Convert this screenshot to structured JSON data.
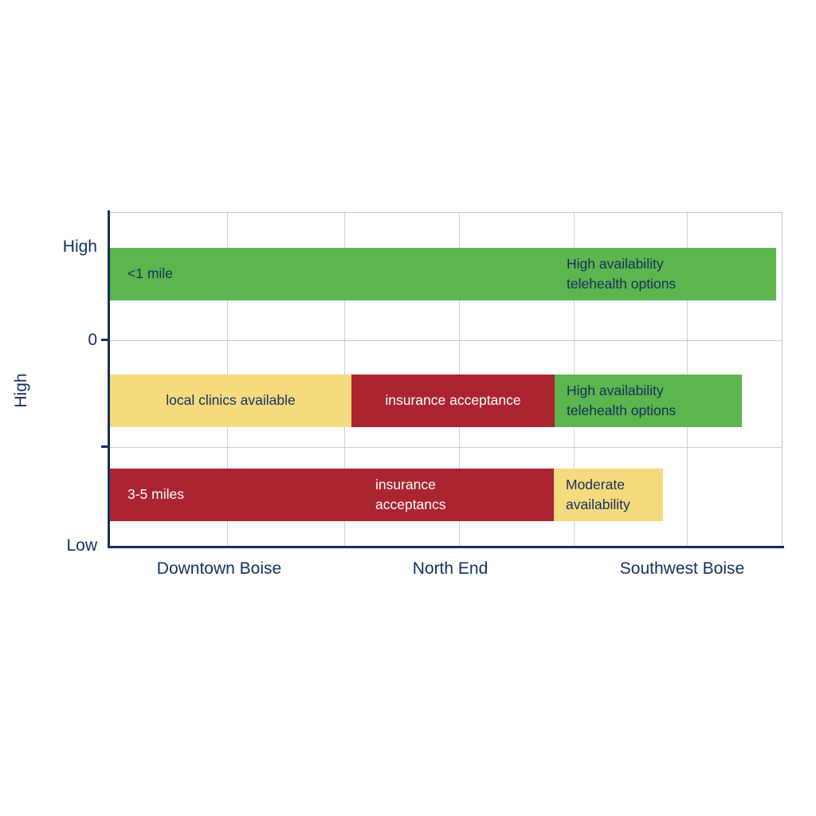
{
  "chart_data": {
    "type": "bar",
    "orientation": "horizontal",
    "stacked": true,
    "title": "",
    "subtitle": "",
    "xlabel": "",
    "ylabel": "High",
    "grid": true,
    "legend": "none",
    "categories": [
      "Downtown Boise",
      "North End",
      "Southwest Boise"
    ],
    "y_tick_labels": [
      "High",
      "0",
      "Low"
    ],
    "x_axis_range": [
      0,
      100
    ],
    "bars": [
      {
        "row": 0,
        "segments": [
          {
            "label": "<1 mile",
            "color": "#5cb54e",
            "text_color": "#13305e",
            "align": "left",
            "start": 0.0,
            "end": 98.9
          },
          {
            "label": "High availability\ntelehealth options",
            "color": "#5cb54e",
            "text_color": "#13305e",
            "align": "left_inset",
            "start": 67.8,
            "end": 98.9
          }
        ]
      },
      {
        "row": 1,
        "segments": [
          {
            "label": "local clinics available",
            "color": "#f6da7e",
            "text_color": "#13305e",
            "align": "center",
            "start": 0.0,
            "end": 35.9
          },
          {
            "label": "insurance acceptance",
            "color": "#aa2431",
            "text_color": "#ffffff",
            "align": "center",
            "start": 35.9,
            "end": 66.1
          },
          {
            "label": "High availability\ntelehealth options",
            "color": "#5cb54e",
            "text_color": "#13305e",
            "align": "left",
            "start": 66.1,
            "end": 93.9
          }
        ]
      },
      {
        "row": 2,
        "segments": [
          {
            "label": "3-5 miles",
            "color": "#aa2431",
            "text_color": "#ffffff",
            "align": "left",
            "start": 0.0,
            "end": 65.9
          },
          {
            "label": "insurance\nacceptancs",
            "color": "#aa2431",
            "text_color": "#ffffff",
            "align": "left_inset",
            "start": 39.5,
            "end": 65.9
          },
          {
            "label": "Moderate\navailability",
            "color": "#f6da7e",
            "text_color": "#13305e",
            "align": "left",
            "start": 65.9,
            "end": 82.1
          }
        ]
      }
    ]
  },
  "axis": {
    "y_ticks": [
      {
        "label": "High"
      },
      {
        "label": "0"
      },
      {
        "label": "Low"
      }
    ],
    "y_title": "High",
    "x_ticks": [
      {
        "label": "Downtown Boise"
      },
      {
        "label": "North End"
      },
      {
        "label": "Southwest Boise"
      }
    ]
  },
  "colors": {
    "green": "#5cb54e",
    "yellow": "#f6da7e",
    "red": "#aa2431",
    "navy": "#13305e",
    "grid": "#d4d4d4",
    "background": "#ffffff"
  },
  "segment_text": {
    "r0s0": "<1 mile",
    "r0s1": "High availability\ntelehealth options",
    "r1s0": "local clinics available",
    "r1s1": "insurance acceptance",
    "r1s2": "High availability\ntelehealth options",
    "r2s0": "3-5 miles",
    "r2s1": "insurance\nacceptancs",
    "r2s2": "Moderate\navailability"
  }
}
